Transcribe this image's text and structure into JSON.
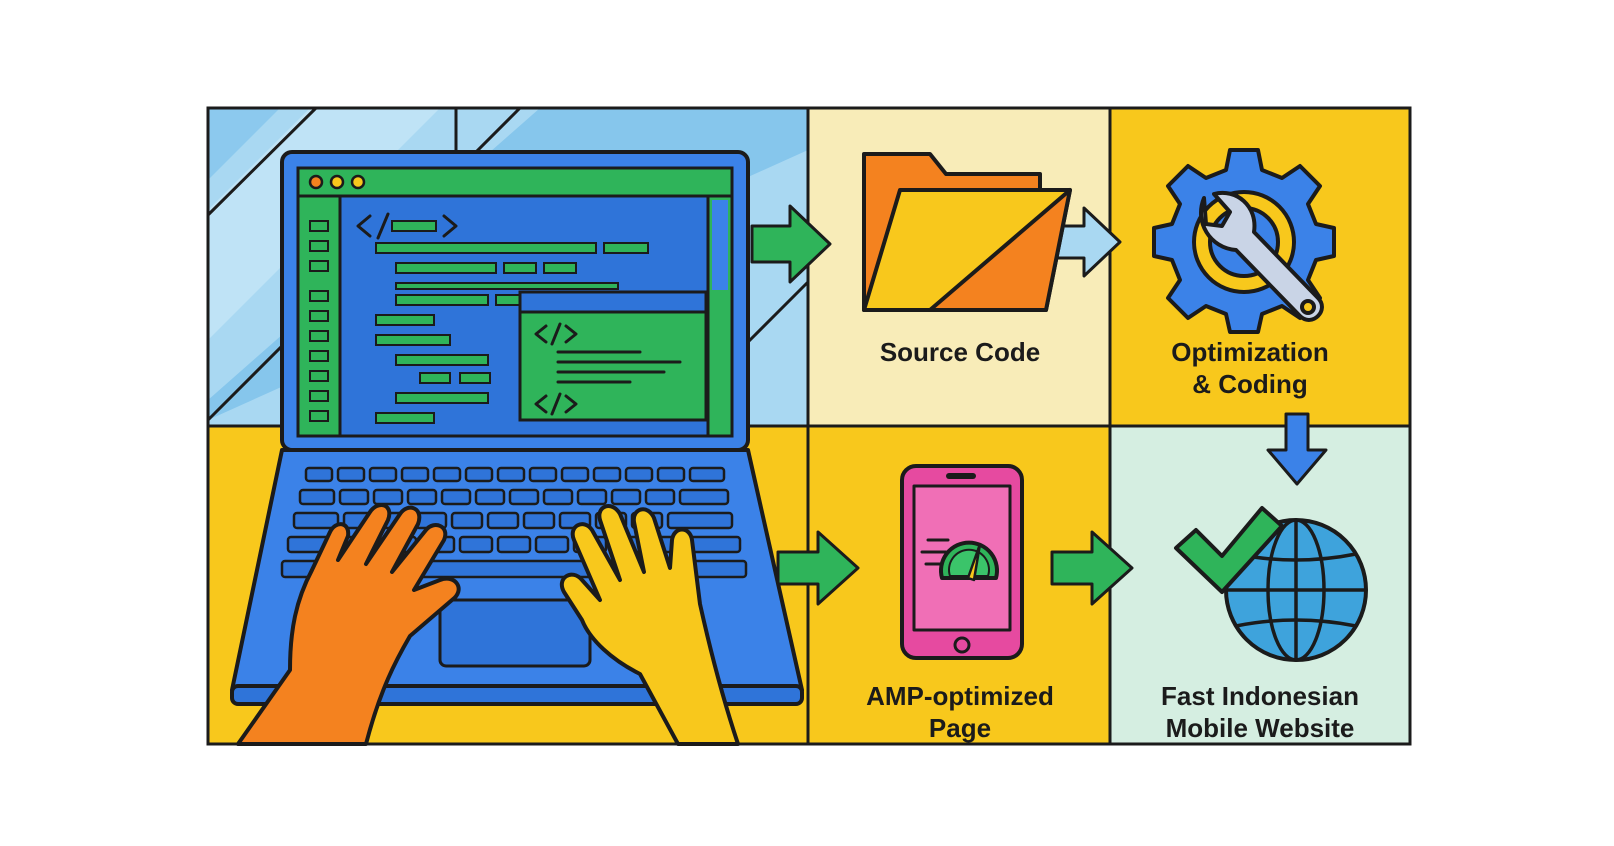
{
  "steps": {
    "source_code": "Source Code",
    "optimization": [
      "Optimization",
      "& Coding"
    ],
    "amp_page": [
      "AMP-optimized",
      "Page"
    ],
    "fast_site": [
      "Fast Indonesian",
      "Mobile Website"
    ]
  },
  "icons": {
    "laptop": "laptop-code-editor-icon",
    "hands": "typing-hands-icon",
    "folder": "folder-icon",
    "gear": "gear-wrench-icon",
    "phone": "phone-speedometer-icon",
    "globe": "globe-checkmark-icon",
    "arrow": "flow-arrow-icon"
  },
  "colors": {
    "blue": "#3b82e8",
    "green": "#2fb45a",
    "yellow": "#f8c81c",
    "orange": "#f4821f",
    "pink": "#e64aa0",
    "outline": "#1b1b1b"
  }
}
